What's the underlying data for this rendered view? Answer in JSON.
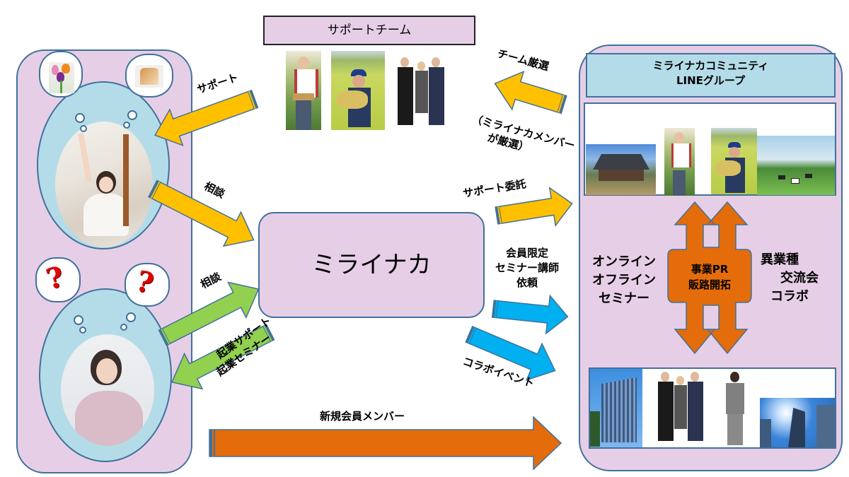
{
  "colors": {
    "panel_fill": "#e6cfe6",
    "panel_border": "#41719c",
    "oval_fill": "#b4dce8",
    "header_fill": "#b4dce8",
    "arrow_yellow": "#ffc000",
    "arrow_green": "#92d050",
    "arrow_blue": "#00b0f0",
    "arrow_orange": "#e46c0a"
  },
  "support_team": {
    "title": "サポートチーム",
    "photos": [
      "farmer-woman-photo",
      "rice-farmer-photo",
      "business-team-photo"
    ]
  },
  "left_panel": {
    "person1": {
      "thoughts": [
        "tulip-icon",
        "bread-icon"
      ],
      "photo": "woman-raising-hand-photo"
    },
    "person2": {
      "thoughts": [
        "question-mark-icon",
        "question-mark-icon"
      ],
      "photo": "thinking-woman-photo"
    }
  },
  "center": {
    "title": "ミライナカ"
  },
  "community": {
    "title_line1": "ミライナカコミュニティ",
    "title_line2": "LINEグループ",
    "top_photos": [
      "old-house-photo",
      "farmer-woman-photo",
      "rice-farmer-photo",
      "cows-pasture-photo"
    ],
    "bottom_photos": [
      "office-building-photo",
      "business-team-photo",
      "business-woman-photo",
      "skyscrapers-photo"
    ],
    "left_text": [
      "オンライン",
      "オフライン",
      "セミナー"
    ],
    "center_text": [
      "事業PR",
      "販路開拓"
    ],
    "right_text": [
      "異業種",
      "交流会",
      "コラボ"
    ]
  },
  "arrows": {
    "support": "サポート",
    "consult1": "相談",
    "consult2": "相談",
    "startup": [
      "起業サポート",
      "起業セミナー"
    ],
    "new_member": "新規会員メンバー",
    "team_select": "チーム厳選",
    "team_select_note": [
      "（ミライナカメンバー",
      "が厳選）"
    ],
    "support_commission": "サポート委託",
    "seminar_request": [
      "会員限定",
      "セミナー講師",
      "依頼"
    ],
    "collab_event": "コラボイベント"
  }
}
